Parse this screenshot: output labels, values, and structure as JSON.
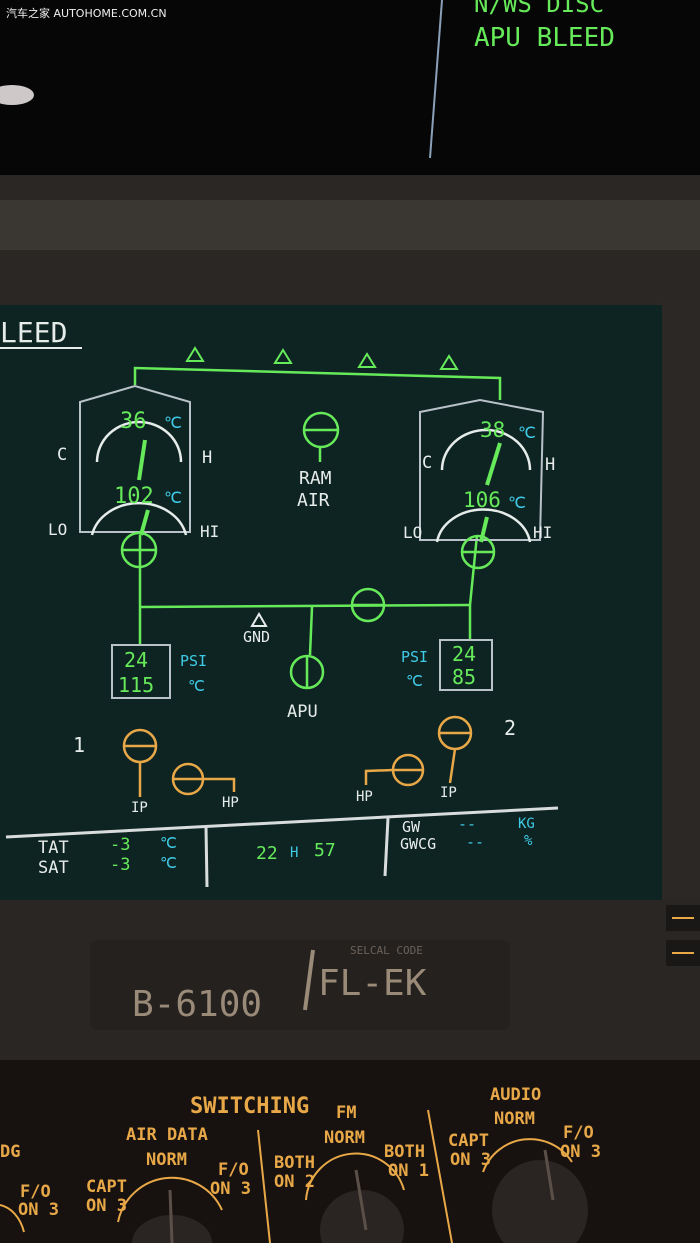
{
  "watermark": "汽车之家 AUTOHOME.COM.CN",
  "upper_display": {
    "line1": "N/WS DISC",
    "line2": "APU BLEED"
  },
  "page_title": "LEED",
  "pack_left": {
    "outlet_temp": "36",
    "unit": "℃",
    "cold": "C",
    "hot": "H",
    "bypass_temp": "102",
    "low": "LO",
    "high": "HI",
    "psi": "24",
    "temp": "115",
    "psi_label": "PSI",
    "temp_unit": "℃"
  },
  "pack_right": {
    "outlet_temp": "38",
    "unit": "℃",
    "cold": "C",
    "hot": "H",
    "bypass_temp": "106",
    "low": "LO",
    "high": "HI",
    "psi": "24",
    "temp": "85",
    "psi_label": "PSI",
    "temp_unit": "℃"
  },
  "ram_air": {
    "line1": "RAM",
    "line2": "AIR"
  },
  "gnd_label": "GND",
  "apu_label": "APU",
  "engine1": {
    "number": "1",
    "ip": "IP",
    "hp": "HP"
  },
  "engine2": {
    "number": "2",
    "ip": "IP",
    "hp": "HP"
  },
  "footer": {
    "tat_label": "TAT",
    "tat_value": "-3",
    "tat_unit": "℃",
    "sat_label": "SAT",
    "sat_value": "-3",
    "sat_unit": "℃",
    "time_hours": "22",
    "time_h": "H",
    "time_minutes": "57",
    "gw_label": "GW",
    "gw_value": "--",
    "gw_unit": "KG",
    "gwcg_label": "GWCG",
    "gwcg_value": "--",
    "gwcg_unit": "%"
  },
  "placard": {
    "selcal_caption": "SELCAL CODE",
    "registration": "B-6100",
    "selcal": "FL-EK"
  },
  "switching_panel": {
    "title": "SWITCHING",
    "partial_left": {
      "label": "DG",
      "pos": "F/O",
      "pos2": "ON 3"
    },
    "air_data": {
      "label": "AIR DATA",
      "norm": "NORM",
      "capt": "CAPT",
      "capt2": "ON 3",
      "fo": "F/O",
      "fo2": "ON 3"
    },
    "fm": {
      "label": "FM",
      "norm": "NORM",
      "both2": "BOTH",
      "both2b": "ON 2",
      "both1": "BOTH",
      "both1b": "ON 1"
    },
    "audio": {
      "label": "AUDIO",
      "norm": "NORM",
      "capt": "CAPT",
      "capt2": "ON 3",
      "fo": "F/O",
      "fo2": "ON 3"
    }
  }
}
